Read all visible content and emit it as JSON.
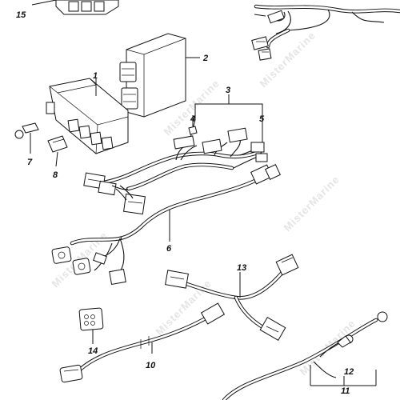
{
  "diagram": {
    "watermark_text": "MisterMarine",
    "callouts": [
      {
        "id": "15",
        "label": "15"
      },
      {
        "id": "2",
        "label": "2"
      },
      {
        "id": "1",
        "label": "1"
      },
      {
        "id": "3",
        "label": "3"
      },
      {
        "id": "4",
        "label": "4"
      },
      {
        "id": "5",
        "label": "5"
      },
      {
        "id": "7",
        "label": "7"
      },
      {
        "id": "8",
        "label": "8"
      },
      {
        "id": "6",
        "label": "6"
      },
      {
        "id": "13",
        "label": "13"
      },
      {
        "id": "14",
        "label": "14"
      },
      {
        "id": "10",
        "label": "10"
      },
      {
        "id": "12",
        "label": "12"
      },
      {
        "id": "11",
        "label": "11"
      }
    ]
  }
}
